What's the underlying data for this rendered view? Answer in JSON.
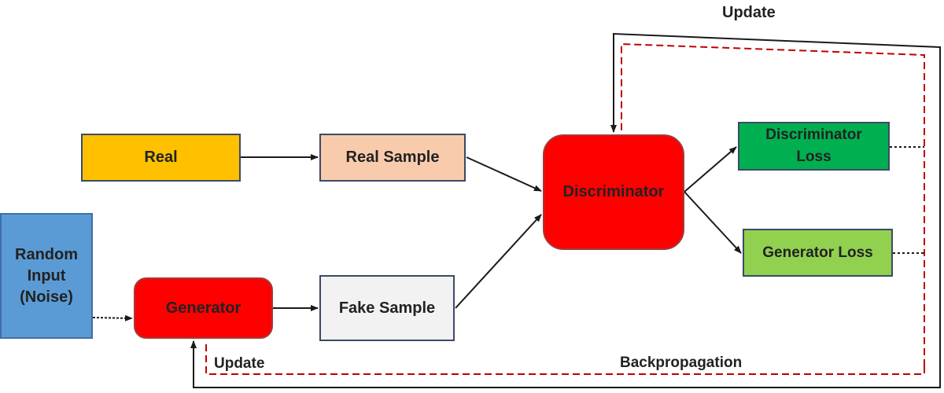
{
  "nodes": {
    "real": "Real",
    "real_sample": "Real Sample",
    "random_input": "Random\nInput\n(Noise)",
    "generator": "Generator",
    "fake_sample": "Fake Sample",
    "discriminator": "Discriminator",
    "discriminator_loss": "Discriminator\nLoss",
    "generator_loss": "Generator Loss"
  },
  "labels": {
    "update_top": "Update",
    "update_bottom": "Update",
    "backpropagation": "Backpropagation"
  },
  "colors": {
    "real": "#ffc000",
    "real_sample": "#f8cbad",
    "random_input": "#5b9bd5",
    "generator": "#ff0000",
    "fake_sample": "#f2f2f2",
    "discriminator": "#ff0000",
    "discriminator_loss": "#00b050",
    "generator_loss": "#92d050",
    "update_path_solid": "#1a1a1a",
    "update_path_dashed": "#c00000"
  }
}
